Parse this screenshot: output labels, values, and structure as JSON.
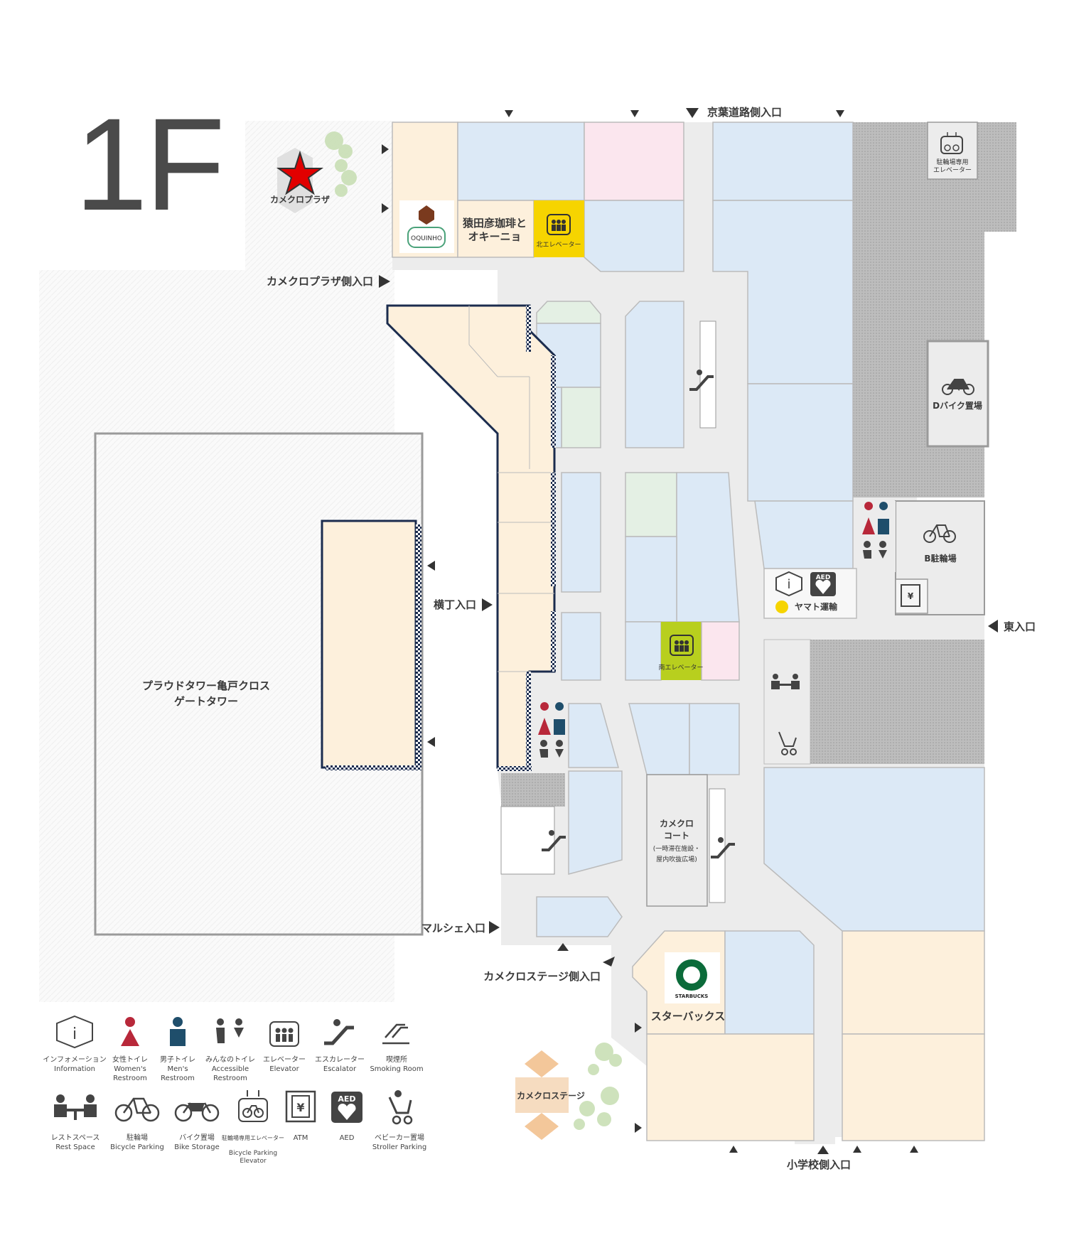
{
  "floor": "1F",
  "entrances": {
    "keiyo_road": "京葉道路側入口",
    "kamekuro_plaza": "カメクロプラザ側入口",
    "yokocho": "横丁入口",
    "higashi": "東入口",
    "marche": "マルシェ入口",
    "stage": "カメクロステージ側入口",
    "school": "小学校側入口"
  },
  "areas": {
    "kamekuro_plaza": "カメクロプラザ",
    "tower": [
      "プラウドタワー亀戸クロス",
      "ゲートタワー"
    ],
    "sarutahiko": [
      "猿田彦珈琲と",
      "オキーニョ"
    ],
    "north_elevator": "北エレベーター",
    "south_elevator": "南エレベーター",
    "d_bike": "Dバイク置場",
    "b_bicycle": "B駐輪場",
    "bicycle_elevator": [
      "駐輪場専用",
      "エレベーター"
    ],
    "yamato": "ヤマト運輸",
    "court": [
      "カメクロ",
      "コート",
      "(一時滞在施設・",
      "屋内吹抜広場)"
    ],
    "starbucks": "スターバックス",
    "stage": "カメクロステージ",
    "oquinho": "OQUINHO",
    "starbucks_logo_text": "STARBUCKS"
  },
  "legend": [
    {
      "icon": "info-icon",
      "jp": "インフォメーション",
      "en": [
        "Information"
      ]
    },
    {
      "icon": "womens-restroom-icon",
      "jp": "女性トイレ",
      "en": [
        "Women's",
        "Restroom"
      ]
    },
    {
      "icon": "mens-restroom-icon",
      "jp": "男子トイレ",
      "en": [
        "Men's",
        "Restroom"
      ]
    },
    {
      "icon": "accessible-restroom-icon",
      "jp": "みんなのトイレ",
      "en": [
        "Accessible",
        "Restroom"
      ]
    },
    {
      "icon": "elevator-icon",
      "jp": "エレベーター",
      "en": [
        "Elevator"
      ]
    },
    {
      "icon": "escalator-icon",
      "jp": "エスカレーター",
      "en": [
        "Escalator"
      ]
    },
    {
      "icon": "smoking-room-icon",
      "jp": "喫煙所",
      "en": [
        "Smoking Room"
      ]
    },
    {
      "icon": "rest-space-icon",
      "jp": "レストスペース",
      "en": [
        "Rest Space"
      ]
    },
    {
      "icon": "bicycle-parking-icon",
      "jp": "駐輪場",
      "en": [
        "Bicycle Parking"
      ]
    },
    {
      "icon": "bike-storage-icon",
      "jp": "バイク置場",
      "en": [
        "Bike Storage"
      ]
    },
    {
      "icon": "bicycle-elevator-icon",
      "jp": "駐輪場専用エレベーター",
      "en": [
        "Bicycle Parking",
        "Elevator"
      ]
    },
    {
      "icon": "atm-icon",
      "jp": "ATM",
      "en": []
    },
    {
      "icon": "aed-icon",
      "jp": "AED",
      "en": []
    },
    {
      "icon": "stroller-parking-icon",
      "jp": "ベビーカー置場",
      "en": [
        "Stroller Parking"
      ]
    }
  ],
  "colors": {
    "corridor": "#ececec",
    "shop_blue": "#dce9f6",
    "shop_cream": "#fdf0dc",
    "shop_pink": "#fbe6ee",
    "shop_green": "#e4f0e4",
    "elevator_yellow": "#f6d400",
    "elevator_lime": "#b8cf1e",
    "outline_navy": "#1b2c4e",
    "womens_red": "#b8283a",
    "mens_navy": "#1f4e6b",
    "star_red": "#e10000",
    "starbucks_green": "#0b6b3a"
  }
}
